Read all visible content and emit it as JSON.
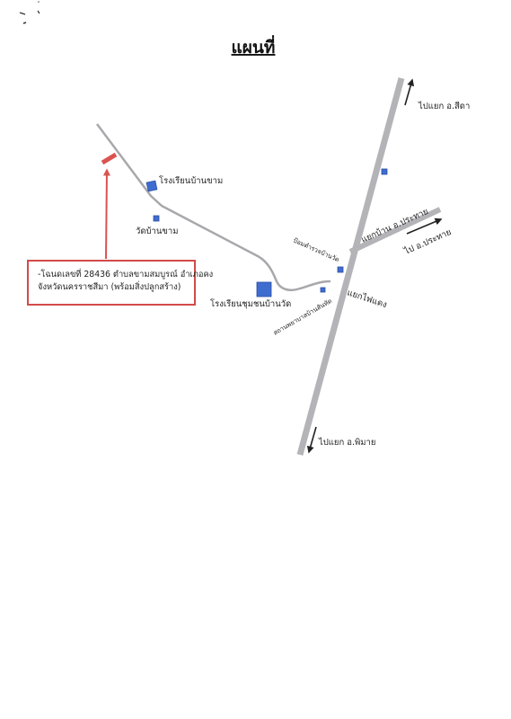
{
  "title": "แผนที่",
  "colors": {
    "main_road": "#b4b4b8",
    "local_road": "#a8a8ac",
    "building": "#3f6ccf",
    "building_stroke": "#2a4fa5",
    "highlight": "#d9534f",
    "arrow": "#222222",
    "text": "#222222"
  },
  "labels": {
    "north_destination": "ไปแยก อ.สีดา",
    "south_destination": "ไปแยก อ.พิมาย",
    "east_junction": "แยกบ้าน อ.ประทาย",
    "east_destination": "ไป อ.ประทาย",
    "school_ban_kham": "โรงเรียนบ้านขาม",
    "temple_ban_kham": "วัดบ้านขาม",
    "community_school": "โรงเรียนชุมชนบ้านวัด",
    "police_post": "ป้อมตำรวจบ้านวัด",
    "traffic_light_junction": "แยกไฟแดง",
    "health_center": "สถานพยาบาลบ้านสันทัด"
  },
  "plot": {
    "line1": "-โฉนดเลขที่ 28436 ตำบลขามสมบูรณ์ อำเภอคง",
    "line2": "จังหวัดนครราชสีมา (พร้อมสิ่งปลูกสร้าง)"
  },
  "icons": {
    "north_arrow": "arrow-up-icon",
    "south_arrow": "arrow-down-icon",
    "east_arrow": "arrow-right-icon",
    "plot_pointer": "arrow-up-icon"
  }
}
